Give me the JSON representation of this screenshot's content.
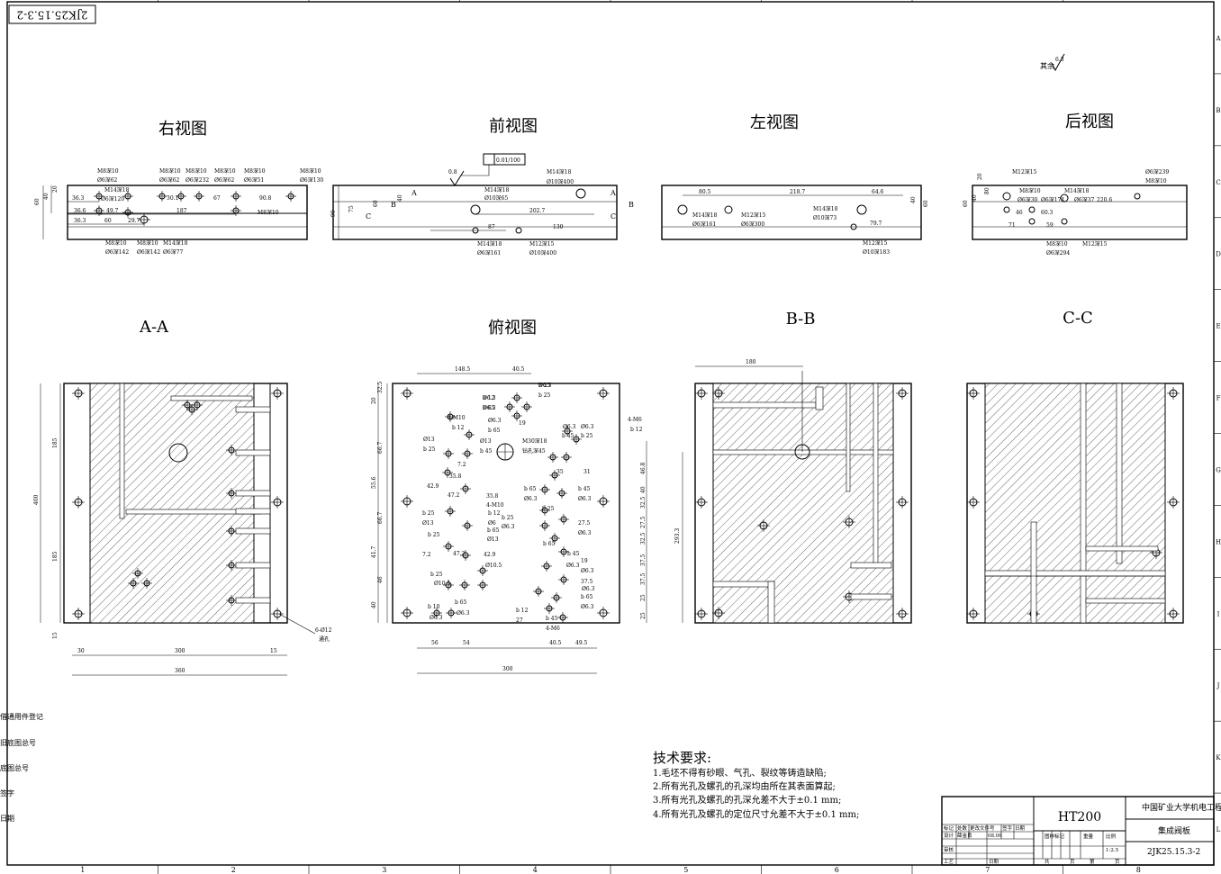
{
  "drawing_number_stamp": "2JK25.15.3-2",
  "roughness_other": "其余",
  "roughness_other_value": "6.3",
  "grid": {
    "columns": [
      "1",
      "2",
      "3",
      "4",
      "5",
      "6",
      "7",
      "8"
    ],
    "rows": [
      "A",
      "B",
      "C",
      "D",
      "E",
      "F",
      "G",
      "H",
      "I",
      "J",
      "K",
      "L"
    ]
  },
  "left_strip": [
    "借通用件登记",
    "旧底图总号",
    "底图总号",
    "签字",
    "日期"
  ],
  "views": {
    "right": "右视图",
    "front": "前视图",
    "left": "左视图",
    "rear": "后视图",
    "aa": "A-A",
    "top": "俯视图",
    "bb": "B-B",
    "cc": "C-C"
  },
  "right_view": {
    "callouts_top": [
      "M8深10",
      "Ø6深62",
      "M8深10",
      "Ø6深62",
      "M8深10",
      "Ø6深232",
      "M8深10",
      "Ø6深62",
      "M8深10",
      "Ø6深51",
      "M8深10",
      "Ø6深130"
    ],
    "callouts_mid": [
      "M14深18",
      "Ø6深120",
      "M8深10"
    ],
    "callouts_bottom": [
      "M8深10",
      "Ø6深142",
      "M8深10",
      "Ø6深142",
      "M14深18",
      "Ø6深77"
    ],
    "dims": [
      "60",
      "40",
      "20",
      "36.3",
      "36.6",
      "49.7",
      "30.1",
      "67",
      "90.8",
      "187",
      "60",
      "36.3",
      "29.7"
    ]
  },
  "front_view": {
    "tolerance_value": "0.01/100",
    "roughness": "0.8",
    "callouts": [
      "M14深18",
      "Ø10深400",
      "M14深18",
      "Ø10深65",
      "M14深18",
      "Ø6深161",
      "M12深15",
      "Ø10深400"
    ],
    "dims": [
      "90",
      "75",
      "60",
      "40",
      "202.7",
      "87",
      "130"
    ],
    "section_marks": [
      "A",
      "A",
      "B",
      "B",
      "C",
      "C"
    ]
  },
  "left_view": {
    "callouts": [
      "M14深18",
      "Ø6深161",
      "M12深15",
      "Ø6深300",
      "M14深18",
      "Ø10深73",
      "M12深15",
      "Ø10深183"
    ],
    "dims": [
      "80.5",
      "218.7",
      "64.6",
      "40",
      "60",
      "79.7"
    ]
  },
  "rear_view": {
    "callouts": [
      "M12深15",
      "M8深10",
      "Ø6深239",
      "M8深10",
      "Ø6深30",
      "M14深18",
      "Ø6深174",
      "Ø6深37",
      "M8深10",
      "Ø6深294",
      "M12深15"
    ],
    "dims": [
      "20",
      "80",
      "60",
      "40",
      "46",
      "60.3",
      "220.6",
      "71",
      "59"
    ]
  },
  "aa_view": {
    "dims": [
      "185",
      "400",
      "185",
      "15",
      "30",
      "300",
      "15",
      "360"
    ],
    "hole_note": [
      "6-Ø12",
      "通孔"
    ]
  },
  "top_view": {
    "dims_top": [
      "148.5",
      "40.5"
    ],
    "dims_left": [
      "32.5",
      "20",
      "66.7",
      "55.6",
      "66.7",
      "41.7",
      "46",
      "40"
    ],
    "dims_right": [
      "46.8",
      "40",
      "32.5",
      "27.5",
      "32.5",
      "37.5",
      "37.5",
      "25",
      "25"
    ],
    "dims_bottom": [
      "56",
      "54",
      "40.5",
      "49.5",
      "300"
    ],
    "callouts": [
      "Ø6.3",
      "b 65",
      "Ø6.3",
      "b 25",
      "4-M10",
      "b 12",
      "Ø6.3",
      "b 65",
      "19",
      "Ø13",
      "b 25",
      "Ø13",
      "b 45",
      "M30深18",
      "钻孔深45",
      "Ø6.3",
      "Ø6.3",
      "b 45",
      "b 25",
      "4-M6",
      "b 12",
      "35",
      "31",
      "7.2",
      "35.8",
      "42.9",
      "47.2",
      "35.8",
      "4-M10",
      "b 12",
      "Ø6",
      "b 25",
      "Ø13",
      "b 65",
      "Ø13",
      "b 25",
      "Ø6.3",
      "b 65",
      "Ø6.3",
      "b 45",
      "Ø6.3",
      "b 25",
      "27.5",
      "Ø6.3",
      "b 25",
      "7.2",
      "47.2",
      "42.9",
      "Ø10.5",
      "b 65",
      "19",
      "Ø6.3",
      "b 45",
      "Ø6.3",
      "b 25",
      "Ø10.5",
      "b 65",
      "Ø6.3",
      "b 12",
      "27",
      "37.5",
      "Ø6.3",
      "b 65",
      "Ø6.3",
      "b 10",
      "Ø6.3",
      "b 45",
      "4-M6",
      "b 12",
      "Ø6.3",
      "b 25"
    ]
  },
  "bb_view": {
    "dims": [
      "180",
      "293.3"
    ]
  },
  "tech_requirements": {
    "title": "技术要求:",
    "items": [
      "1.毛坯不得有砂眼、气孔、裂纹等铸造缺陷;",
      "2.所有光孔及螺孔的孔深均由所在其表面算起;",
      "3.所有光孔及螺孔的孔深允差不大于±0.1 mm;",
      "4.所有光孔及螺孔的定位尺寸允差不大于±0.1 mm;"
    ]
  },
  "title_block": {
    "material": "HT200",
    "organization": "中国矿业大学机电工程",
    "part_name": "集成阀板",
    "drawing_no": "2JK25.15.3-2",
    "scale": "1:2.5",
    "row_labels": [
      "标记",
      "处数",
      "更改文件号",
      "签字",
      "日期"
    ],
    "role_labels": [
      "设计",
      "审核",
      "工艺"
    ],
    "designer": "薛金良",
    "design_date": "08.06",
    "stage_labels": [
      "图样标记",
      "重量",
      "比例"
    ],
    "sheet_labels": [
      "共",
      "页",
      "第",
      "页"
    ],
    "check_date_label": "日期"
  }
}
